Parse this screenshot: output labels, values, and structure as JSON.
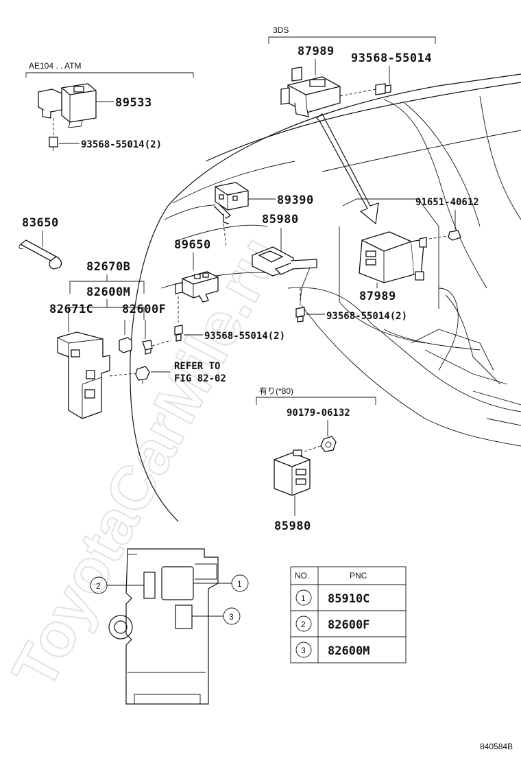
{
  "watermark": "ToyotaCarMile.ru",
  "figure_code": "840584B",
  "groups": {
    "ae104_atm": "AE104 . . ATM",
    "threeds": "3DS",
    "ari80": "有り(*80)"
  },
  "labels": {
    "p89533": "89533",
    "p93568_a": "93568-55014(2)",
    "p87989_top": "87989",
    "p93568_top": "93568-55014",
    "p89390": "89390",
    "p91651": "91651-40612",
    "p85980_mid": "85980",
    "p83650": "83650",
    "p89650": "89650",
    "p82670b": "82670B",
    "p82600m": "82600M",
    "p82671c": "82671C",
    "p82600f": "82600F",
    "p87989_mid": "87989",
    "p93568_b": "93568-55014(2)",
    "p93568_c": "93568-55014(2)",
    "refer_1": "REFER TO",
    "refer_2": "FIG 82-02",
    "p90179": "90179-06132",
    "p85980_bot": "85980"
  },
  "legend_callouts": [
    "1",
    "2",
    "3"
  ],
  "table": {
    "col_no": "NO.",
    "col_pnc": "PNC",
    "rows": [
      {
        "no": "1",
        "pnc": "85910C"
      },
      {
        "no": "2",
        "pnc": "82600F"
      },
      {
        "no": "3",
        "pnc": "82600M"
      }
    ]
  }
}
